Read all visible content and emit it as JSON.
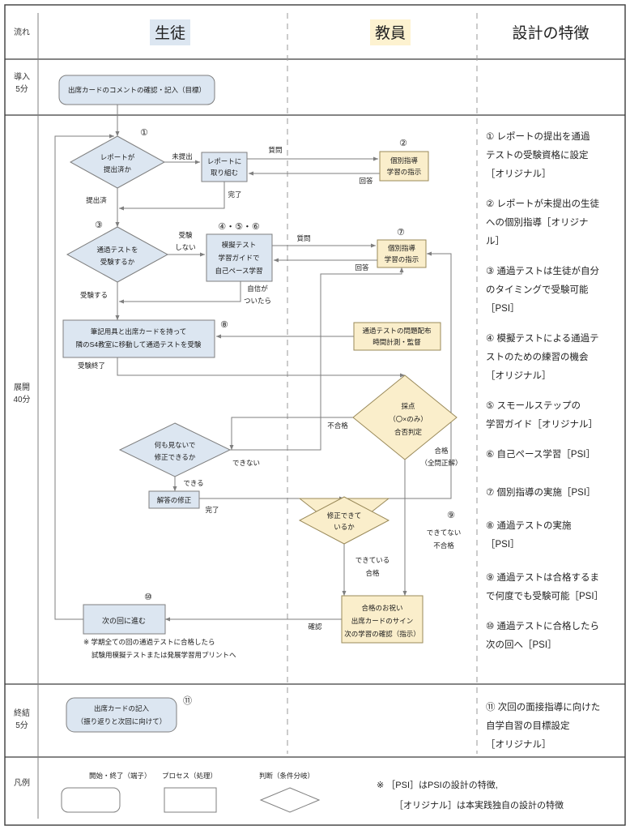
{
  "lanes": {
    "flow_label": "流れ",
    "student": "生徒",
    "teacher": "教員",
    "design": "設計の特徴",
    "student_color": "#dce6f1",
    "teacher_color": "#fdf2d0"
  },
  "rows": [
    {
      "name": "導入",
      "time": "5分"
    },
    {
      "name": "展開",
      "time": "40分"
    },
    {
      "name": "終結",
      "time": "5分"
    },
    {
      "name": "凡例",
      "time": ""
    }
  ],
  "nodes": {
    "intro": {
      "lines": [
        "出席カードのコメントの確認・記入（目標）"
      ]
    },
    "d1": {
      "lines": [
        "レポートが",
        "提出済か"
      ],
      "num": "①"
    },
    "p1": {
      "lines": [
        "レポートに",
        "取り組む"
      ]
    },
    "t2": {
      "lines": [
        "個別指導",
        "学習の指示"
      ],
      "num": "②"
    },
    "d3": {
      "lines": [
        "通過テストを",
        "受験するか"
      ],
      "num": "③"
    },
    "p456": {
      "lines": [
        "模擬テスト",
        "学習ガイドで",
        "自己ペース学習"
      ],
      "num": "④・⑤・⑥"
    },
    "t7": {
      "lines": [
        "個別指導",
        "学習の指示"
      ],
      "num": "⑦"
    },
    "p8": {
      "lines": [
        "筆記用具と出席カードを持って",
        "隣のS4教室に移動して通過テストを受験"
      ],
      "num": "⑧"
    },
    "t8": {
      "lines": [
        "通過テストの問題配布",
        "時間計測・監督"
      ]
    },
    "dscore": {
      "lines": [
        "採点",
        "（〇×のみ）",
        "合否判定"
      ]
    },
    "dfix": {
      "lines": [
        "何も見ないで",
        "修正できるか"
      ]
    },
    "pfix": {
      "lines": [
        "解答の修正"
      ]
    },
    "dfix2": {
      "lines": [
        "修正できて",
        "いるか"
      ]
    },
    "tcongrats": {
      "lines": [
        "合格のお祝い",
        "出席カードのサイン",
        "次の学習の確認（指示）"
      ],
      "num": "⑨"
    },
    "pnext": {
      "lines": [
        "次の回に進む"
      ],
      "num": "⑩"
    },
    "outro": {
      "lines": [
        "出席カードの記入",
        "（振り返りと次回に向けて）"
      ],
      "num": "⑪"
    }
  },
  "edge_labels": {
    "mitsushutsu": "未提出",
    "shutsuzumi": "提出済",
    "kanryo": "完了",
    "shitsumon": "質問",
    "kaito": "回答",
    "juken_shinai_1": "受験",
    "juken_shinai_2": "しない",
    "juken_suru": "受験する",
    "jishin_1": "自信が",
    "jishin_2": "ついたら",
    "juken_shuryo": "受験終了",
    "fugokaku": "不合格",
    "gokaku_1": "合格",
    "gokaku_2": "（全問正解）",
    "dekinai": "できない",
    "dekiru": "できる",
    "kanryo2": "完了",
    "dekiteru_1": "できている",
    "dekiteru_2": "合格",
    "dekitenai_1": "できてない",
    "dekitenai_2": "不合格",
    "kakunin": "確認"
  },
  "footnote": {
    "line1": "※ 学期全ての回の通過テストに合格したら",
    "line2": "試験用模擬テストまたは発展学習用プリントへ"
  },
  "features": [
    {
      "num": "①",
      "lines": [
        "① レポートの提出を通過",
        "テストの受験資格に設定",
        "［オリジナル］"
      ]
    },
    {
      "num": "②",
      "lines": [
        "② レポートが未提出の生徒",
        "への個別指導［オリジナ",
        "ル］"
      ]
    },
    {
      "num": "③",
      "lines": [
        "③ 通過テストは生徒が自分",
        "のタイミングで受験可能",
        "［PSI］"
      ]
    },
    {
      "num": "④",
      "lines": [
        "④ 模擬テストによる通過テ",
        "ストのための練習の機会",
        "［オリジナル］"
      ]
    },
    {
      "num": "⑤",
      "lines": [
        "⑤ スモールステップの",
        "学習ガイド［オリジナル］"
      ]
    },
    {
      "num": "⑥",
      "lines": [
        "⑥ 自己ペース学習［PSI］"
      ]
    },
    {
      "num": "⑦",
      "lines": [
        "⑦ 個別指導の実施［PSI］"
      ]
    },
    {
      "num": "⑧",
      "lines": [
        "⑧ 通過テストの実施",
        "［PSI］"
      ]
    },
    {
      "num": "⑨",
      "lines": [
        "⑨ 通過テストは合格するま",
        "で何度でも受験可能［PSI］"
      ]
    },
    {
      "num": "⑩",
      "lines": [
        "⑩ 通過テストに合格したら",
        "次の回へ［PSI］"
      ]
    }
  ],
  "features_outro": {
    "lines": [
      "⑪ 次回の面接指導に向けた",
      "自学自習の目標設定",
      "［オリジナル］"
    ]
  },
  "legend": {
    "terminal_caption": "開始・終了（端子）",
    "process_caption": "プロセス（処理）",
    "decision_caption": "判断（条件分岐）",
    "note_line1": "※ ［PSI］はPSIの設計の特徴,",
    "note_line2": "［オリジナル］は本実践独自の設計の特徴"
  }
}
